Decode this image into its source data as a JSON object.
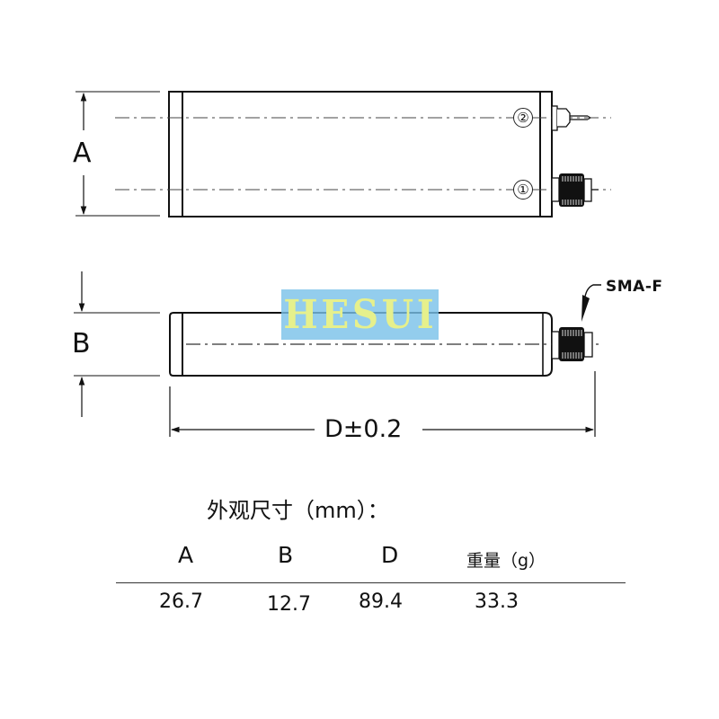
{
  "diagram": {
    "top_view": {
      "dimension_label": "A",
      "port_markers": [
        "②",
        "①"
      ]
    },
    "side_view": {
      "dimension_label": "B",
      "connector_label": "SMA-F"
    },
    "length_dimension": "D±0.2",
    "watermark": "HESUI"
  },
  "spec_table": {
    "title": "外观尺寸（mm）：",
    "headers": [
      "A",
      "B",
      "D",
      "重量（g）"
    ],
    "values": [
      "26.7",
      "12.7",
      "89.4",
      "33.3"
    ]
  },
  "colors": {
    "line": "#111111",
    "watermark_bg": "#78c0e8",
    "watermark_text": "#e6f08c"
  }
}
